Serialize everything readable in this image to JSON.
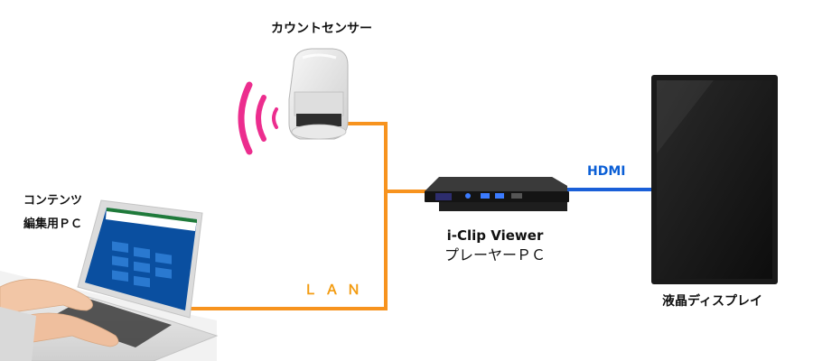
{
  "diagram": {
    "sensor_label": "カウントセンサー",
    "content_pc_label_line1": "コンテンツ",
    "content_pc_label_line2": "編集用ＰＣ",
    "player_label_line1": "i-Clip Viewer",
    "player_label_line2": "プレーヤーＰＣ",
    "hdmi_label": "HDMI",
    "lan_label": "ＬＡＮ",
    "display_label": "液晶ディスプレイ"
  },
  "colors": {
    "lan_cable": "#f7931e",
    "hdmi_cable": "#1a5fd8",
    "signal_waves": "#ec2d8e",
    "display_frame": "#1a1a1a",
    "sensor_body": "#e6e6e6"
  },
  "icons": [
    "count-sensor-device",
    "laptop-with-hands",
    "mini-pc-player",
    "lcd-display",
    "signal-wave-icon"
  ]
}
